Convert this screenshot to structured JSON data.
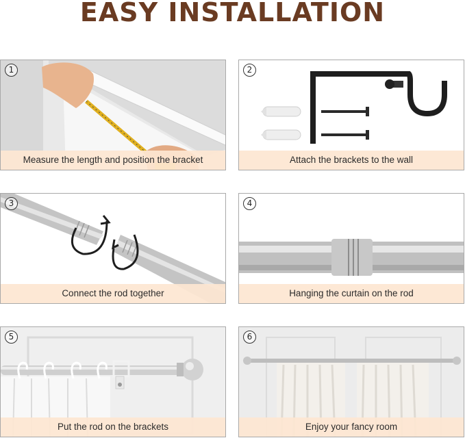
{
  "title": "EASY INSTALLATION",
  "steps": [
    {
      "number": "1",
      "caption": "Measure the length and position the bracket"
    },
    {
      "number": "2",
      "caption": "Attach the brackets to the wall"
    },
    {
      "number": "3",
      "caption": "Connect the rod together"
    },
    {
      "number": "4",
      "caption": "Hanging the curtain on the rod"
    },
    {
      "number": "5",
      "caption": "Put the rod on the brackets"
    },
    {
      "number": "6",
      "caption": "Enjoy your fancy room"
    }
  ],
  "colors": {
    "title": "#6a3b22",
    "caption_band": "#fde6d2",
    "rod": "#b9b9b9",
    "bracket": "#1e1e1e"
  }
}
